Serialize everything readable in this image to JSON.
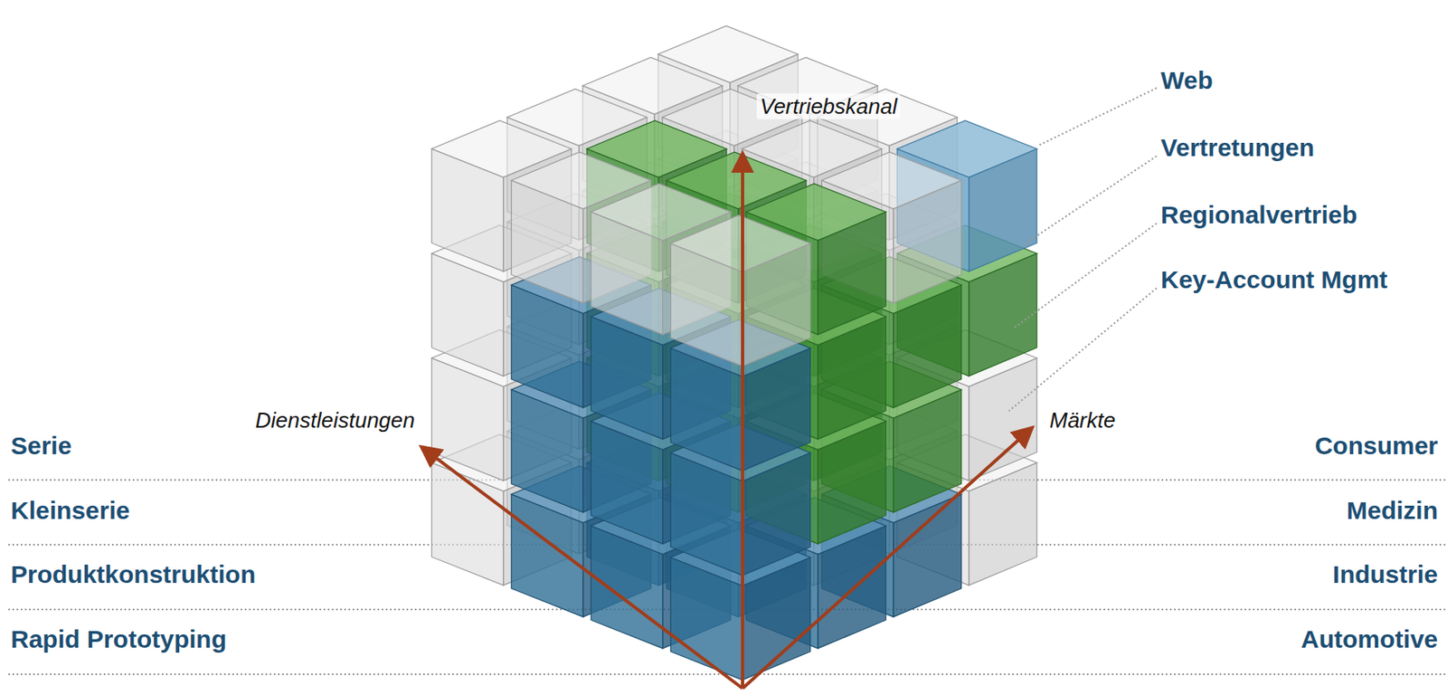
{
  "diagram": {
    "labels": [
      "Vertriebskanal",
      "Dienstleistungen",
      "Märkte",
      "Web",
      "Vertretungen",
      "Regionalvertrieb",
      "Key-Account Mgmt",
      "Serie",
      "Kleinserie",
      "Produktkonstruktion",
      "Rapid Prototyping",
      "Consumer",
      "Medizin",
      "Industrie",
      "Automotive"
    ]
  }
}
